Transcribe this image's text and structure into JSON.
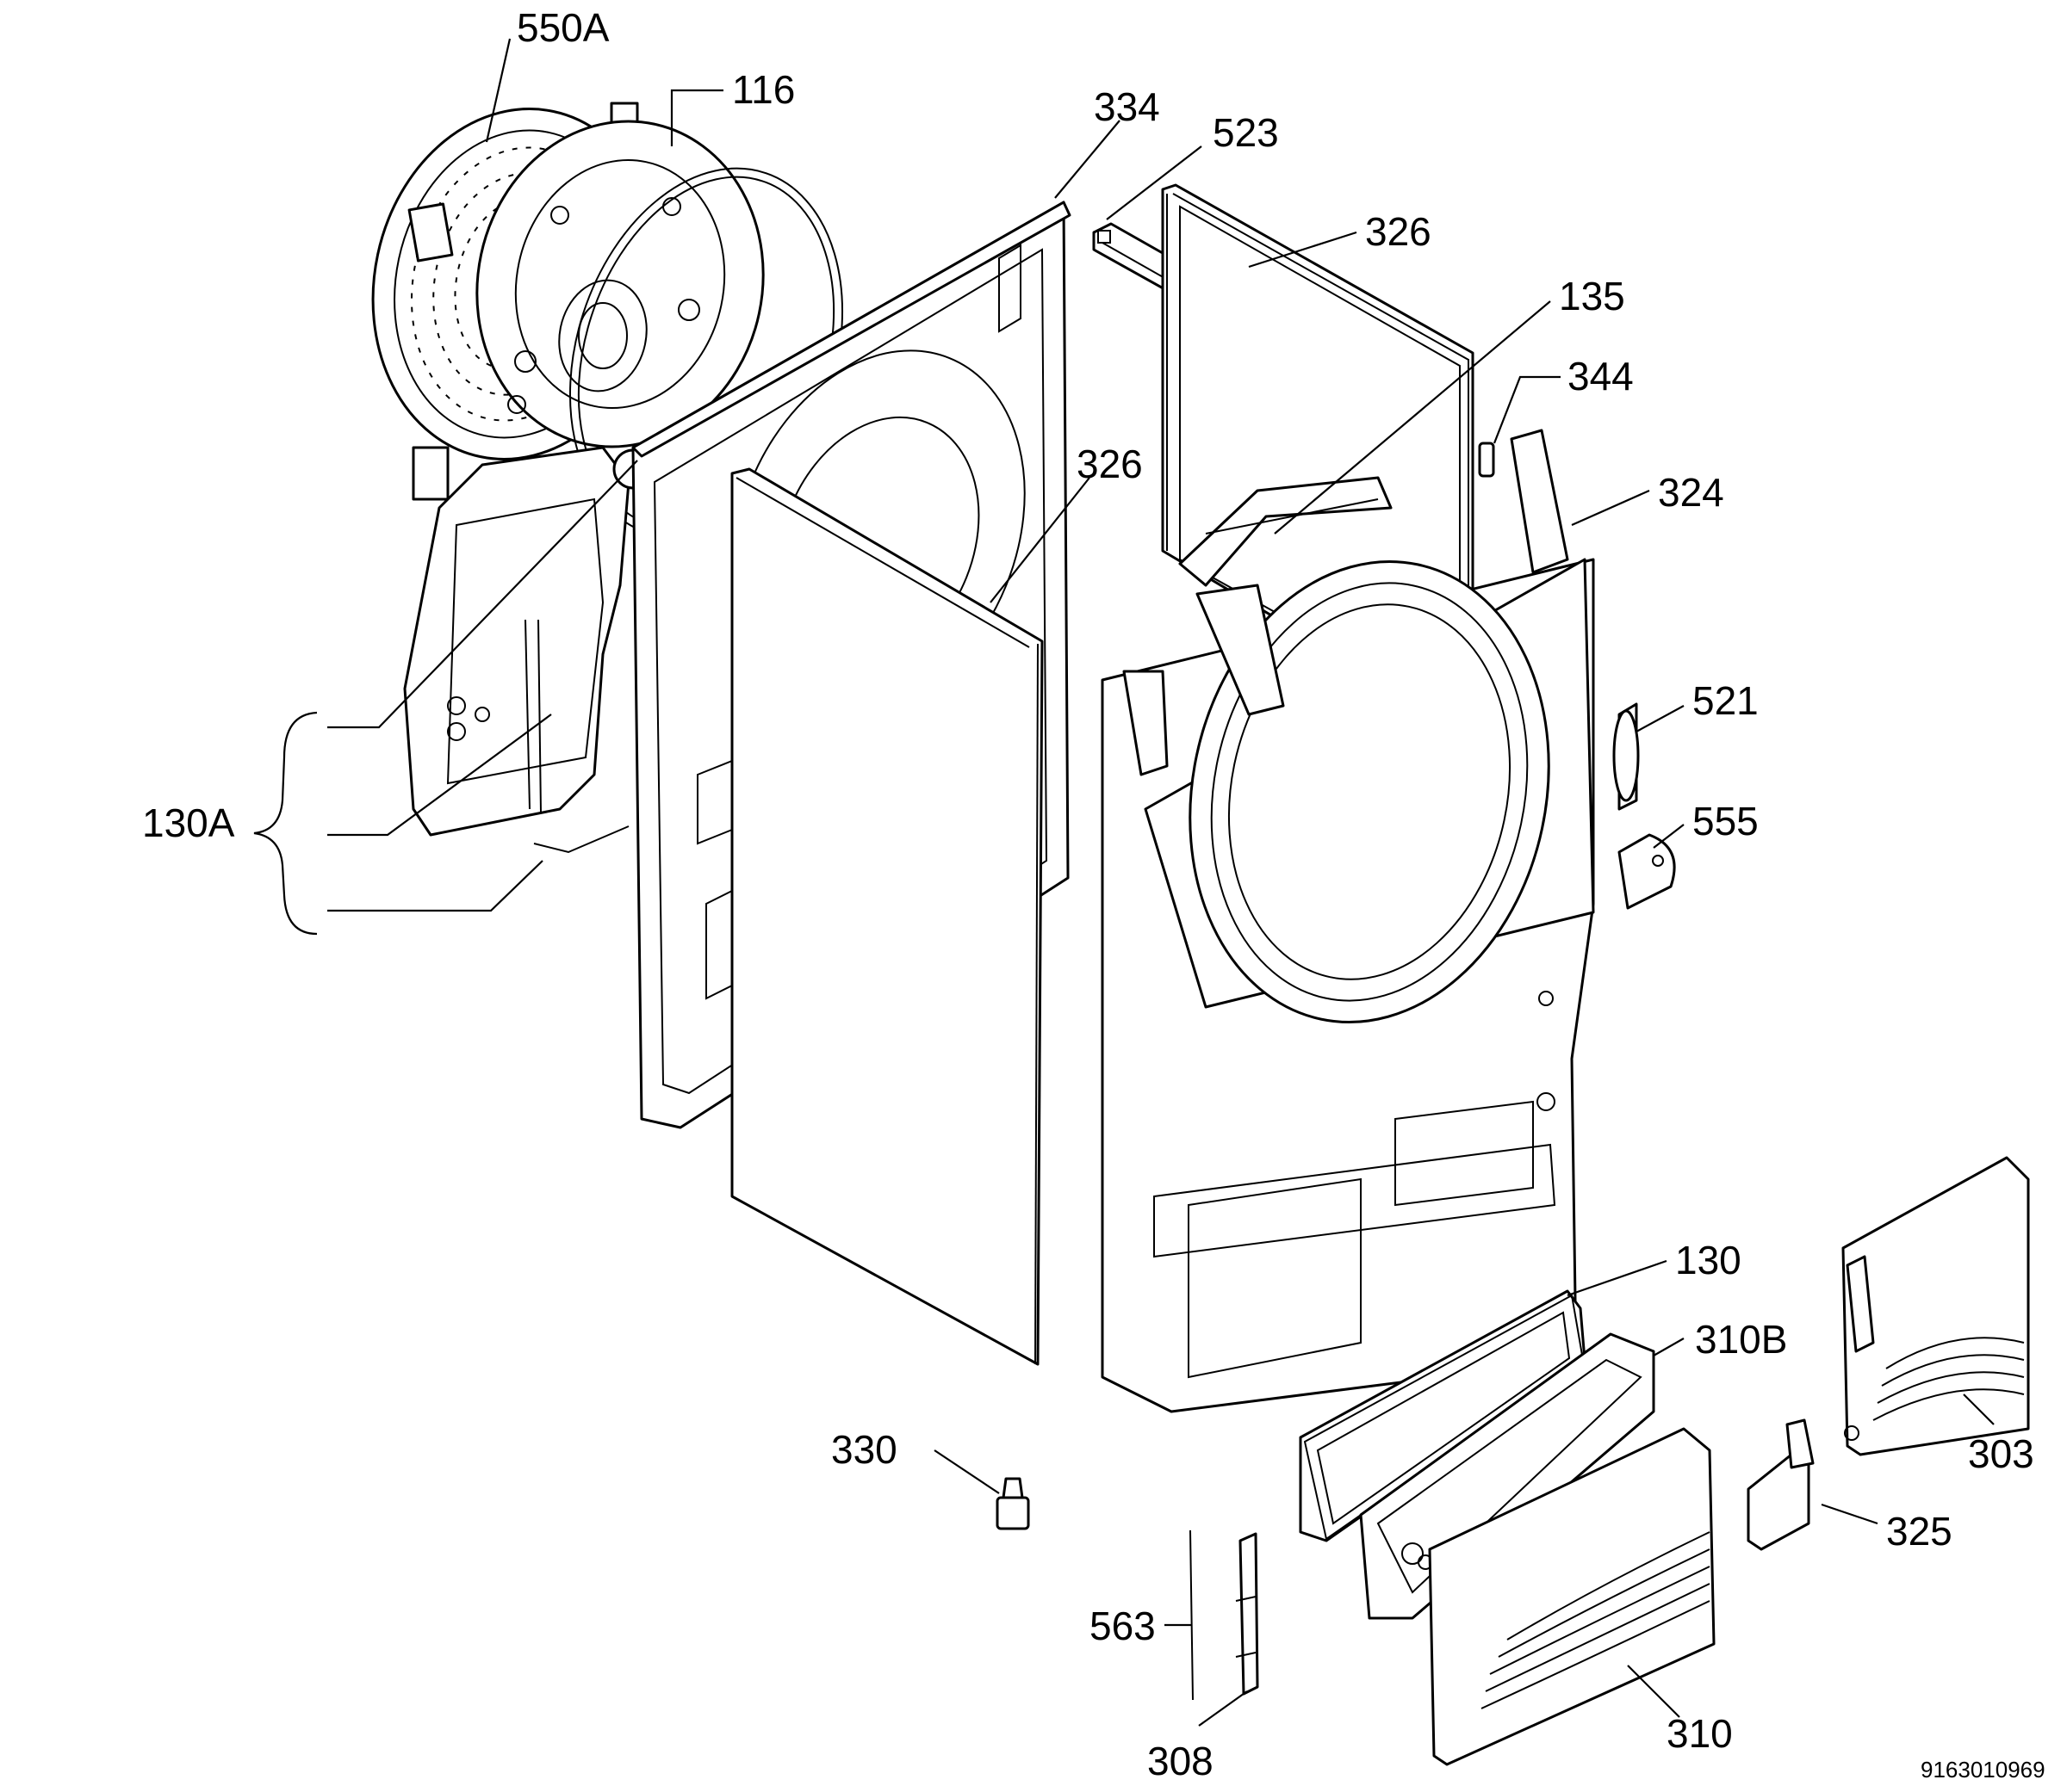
{
  "labels": {
    "l550A": "550A",
    "l116": "116",
    "l334": "334",
    "l523": "523",
    "l326a": "326",
    "l135": "135",
    "l344": "344",
    "l326b": "326",
    "l324": "324",
    "l521": "521",
    "l555": "555",
    "l130A": "130A",
    "l130": "130",
    "l310B": "310B",
    "l303": "303",
    "l330": "330",
    "l325": "325",
    "l563": "563",
    "l310": "310",
    "l308": "308"
  },
  "drawing_code": "9163010969"
}
